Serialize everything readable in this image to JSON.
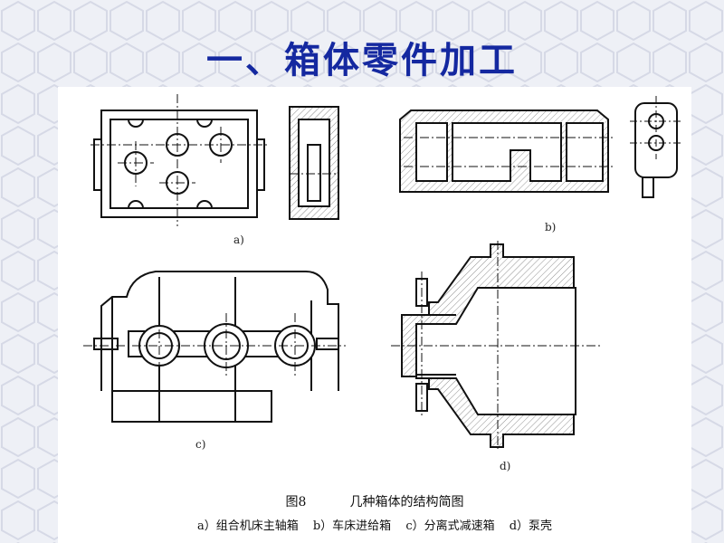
{
  "slide": {
    "title": "一、箱体零件加工"
  },
  "figure": {
    "number": "图8",
    "caption": "几种箱体的结构简图",
    "panels": [
      {
        "id": "a",
        "label": "a)"
      },
      {
        "id": "b",
        "label": "b)"
      },
      {
        "id": "c",
        "label": "c)"
      },
      {
        "id": "d",
        "label": "d)"
      }
    ],
    "legend": [
      "a）组合机床主轴箱",
      "b）车床进给箱",
      "c）分离式减速箱",
      "d）泵壳"
    ]
  },
  "colors": {
    "title": "#1428a0",
    "background": "#eef0f6",
    "line": "#111111"
  }
}
